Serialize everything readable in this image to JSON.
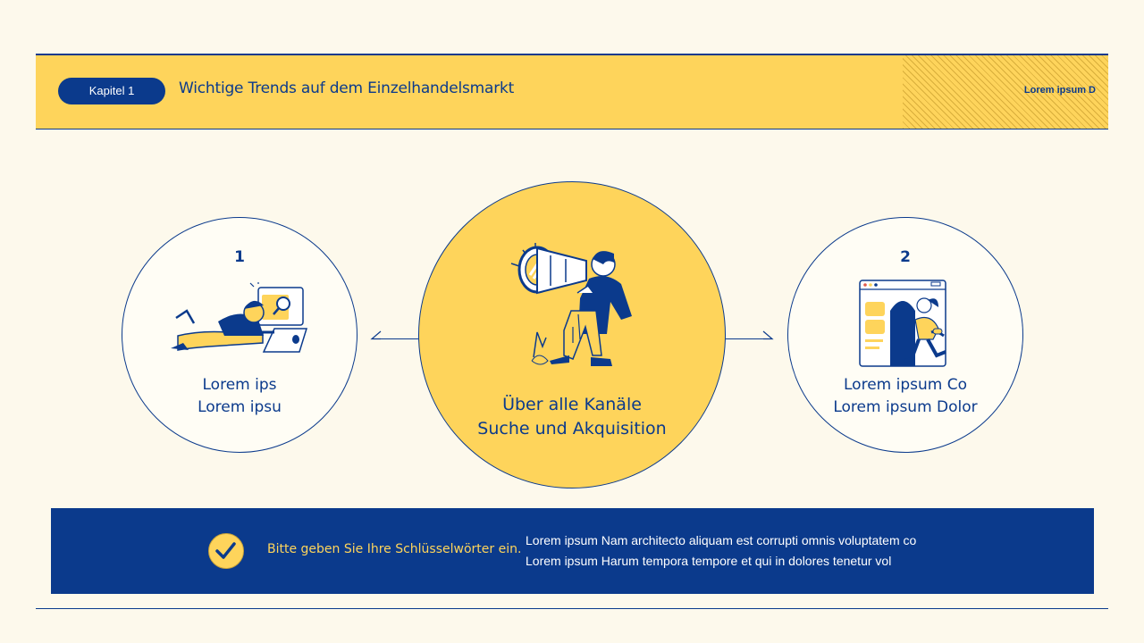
{
  "header": {
    "chapter_label": "Kapitel 1",
    "title": "Wichtige Trends auf dem Einzelhandelsmarkt",
    "right_text": "Lorem ipsum D"
  },
  "left_card": {
    "number": "1",
    "line1": "Lorem ips",
    "line2": "Lorem ipsu",
    "icon": "woman-laptop-search-illustration"
  },
  "center_card": {
    "line1": "Über alle Kanäle",
    "line2": "Suche und Akquisition",
    "icon": "man-telescope-illustration"
  },
  "right_card": {
    "number": "2",
    "line1": "Lorem ipsum Co",
    "line2": "Lorem ipsum Dolor",
    "icon": "woman-browser-window-illustration"
  },
  "footer": {
    "keyword_prompt": "Bitte geben Sie Ihre Schlüsselwörter ein.",
    "line1": "Lorem ipsum Nam architecto aliquam est corrupti omnis voluptatem co",
    "line2": "Lorem ipsum Harum tempora tempore et qui in dolores tenetur vol",
    "icon": "checkmark-icon"
  },
  "colors": {
    "navy": "#0b3a8c",
    "yellow": "#fed45b",
    "background": "#fdf9ec"
  }
}
